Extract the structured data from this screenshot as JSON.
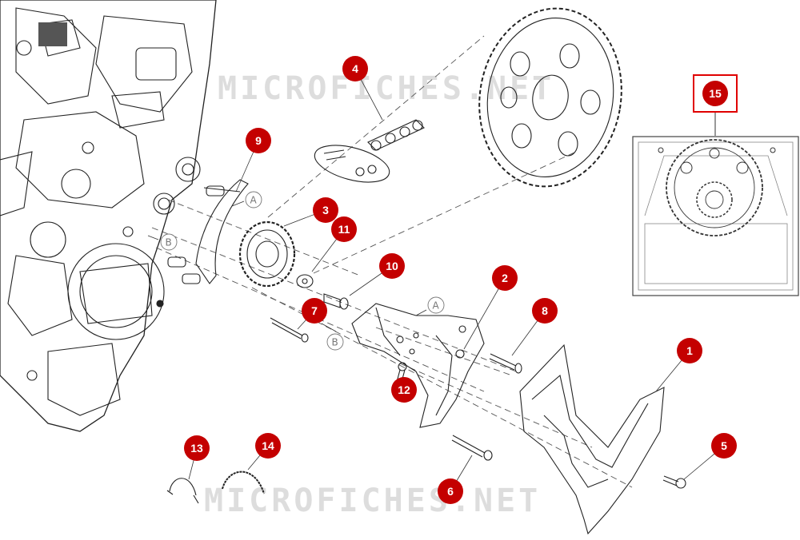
{
  "watermark": "MICROFICHES.NET",
  "ref_letters": {
    "a": "A",
    "b": "B"
  },
  "callouts": [
    "1",
    "2",
    "3",
    "4",
    "5",
    "6",
    "7",
    "8",
    "9",
    "10",
    "11",
    "12",
    "13",
    "14",
    "15"
  ],
  "colors": {
    "callout": "#c40000",
    "inset_border": "#e00000",
    "line": "#222222"
  }
}
